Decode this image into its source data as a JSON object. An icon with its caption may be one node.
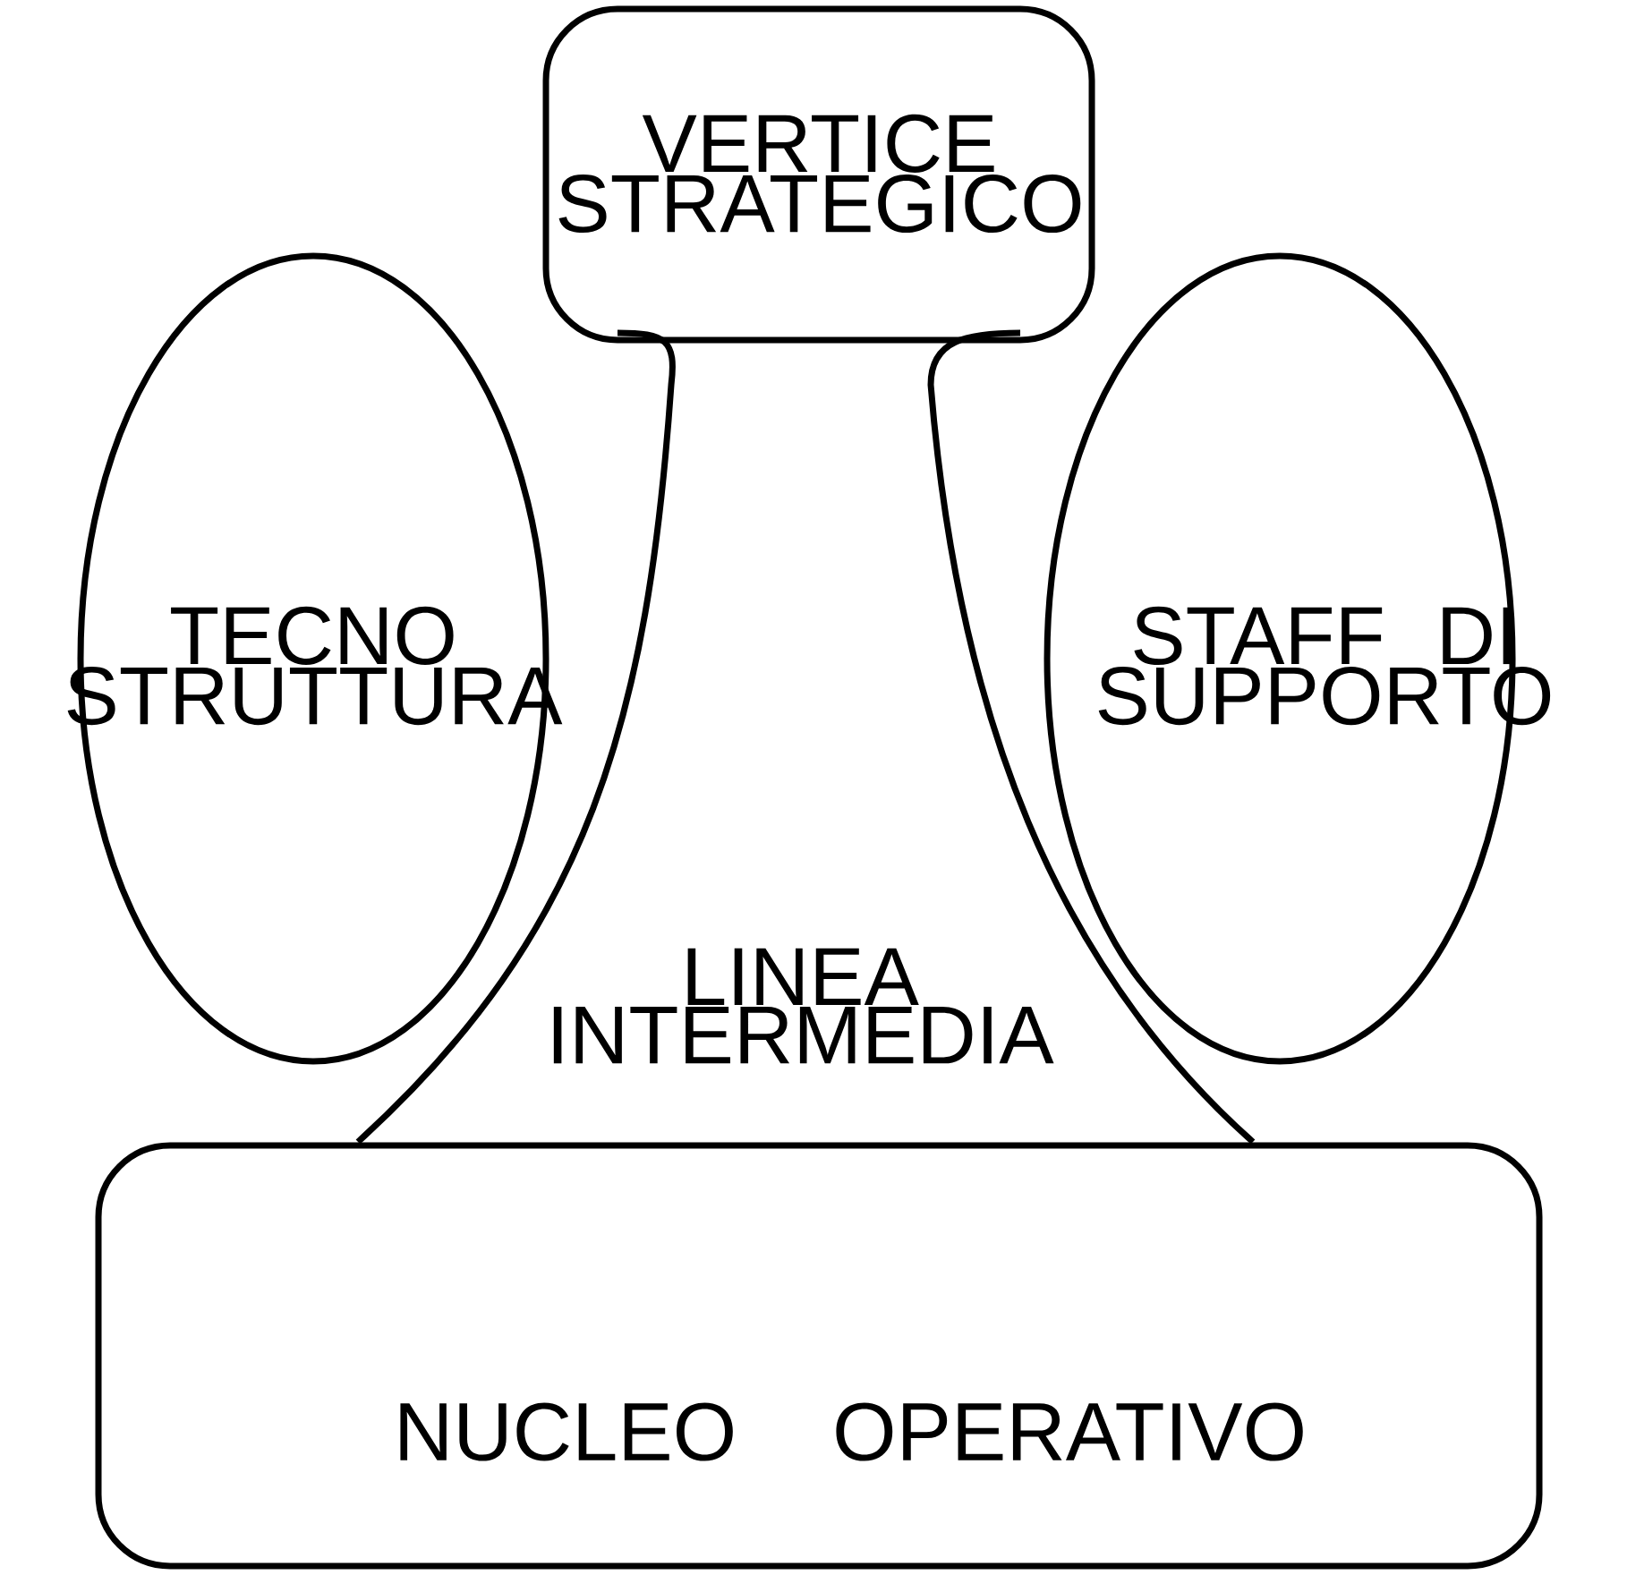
{
  "diagram": {
    "nodes": [
      {
        "text": [
          "VERTICE STRATEGICO"
        ]
      },
      {
        "text": [
          "TECNO STRUTTURA"
        ]
      },
      {
        "text": [
          "STAFF DI SUPPORTO"
        ]
      },
      {
        "text": [
          "LINEA INTERMEDIA"
        ]
      },
      {
        "text": [
          "NUCLEO OPERATIVO"
        ]
      }
    ]
  }
}
